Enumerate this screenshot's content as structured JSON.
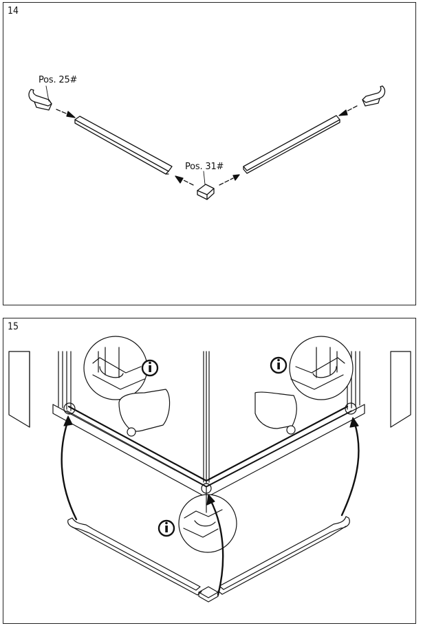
{
  "steps": [
    {
      "number": "14",
      "labels": [
        "Pos. 25#",
        "Pos. 31#"
      ]
    },
    {
      "number": "15"
    }
  ]
}
